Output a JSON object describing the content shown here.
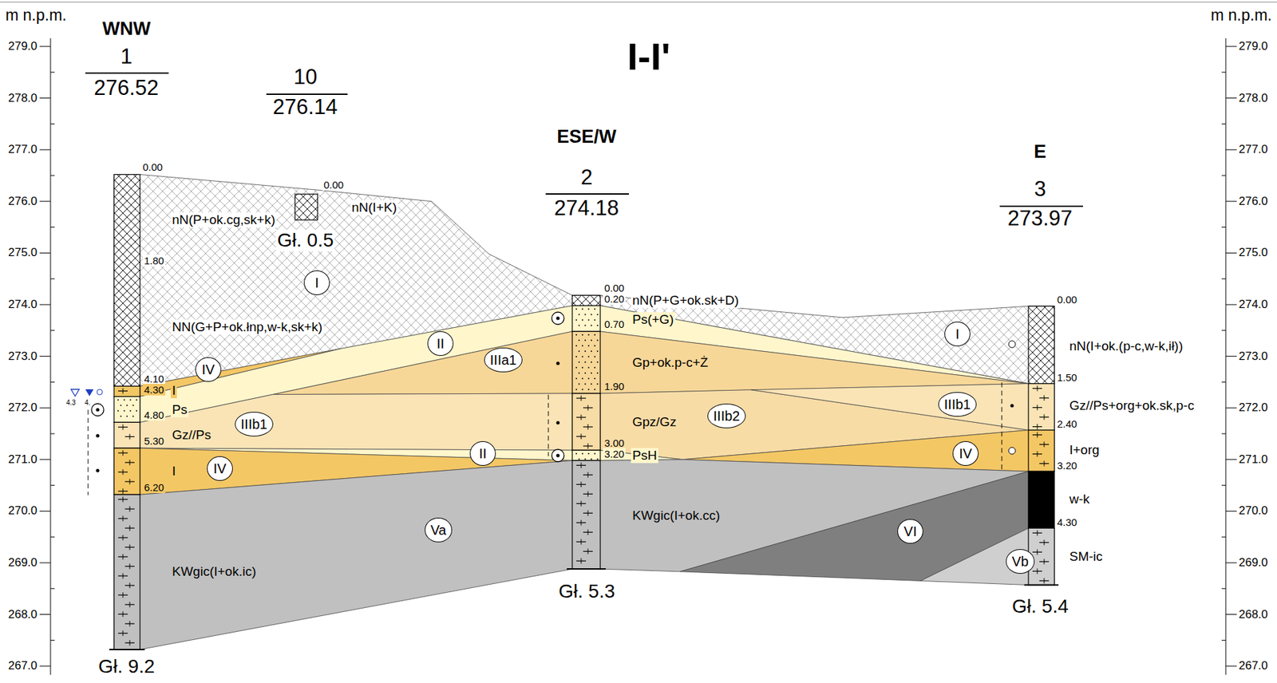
{
  "diagram": {
    "title": "I-I'",
    "nodes": [
      {
        "text": [
          "I"
        ]
      },
      {
        "text": [
          "I"
        ]
      },
      {
        "text": [
          "II"
        ]
      },
      {
        "text": [
          "IIIa1"
        ]
      },
      {
        "text": [
          "IV"
        ]
      },
      {
        "text": [
          "IIIb1"
        ]
      },
      {
        "text": [
          "IIIb2"
        ]
      },
      {
        "text": [
          "IIIb1"
        ]
      },
      {
        "text": [
          "II"
        ]
      },
      {
        "text": [
          "IV"
        ]
      },
      {
        "text": [
          "IV"
        ]
      },
      {
        "text": [
          "Va"
        ]
      },
      {
        "text": [
          "VI"
        ]
      },
      {
        "text": [
          "Vb"
        ]
      }
    ],
    "labels": [
      "m n.p.m.",
      "m n.p.m.",
      "WNW",
      "1",
      "276.52",
      "10",
      "276.14",
      "ESE/W",
      "2",
      "274.18",
      "E",
      "3",
      "273.97",
      "279.0",
      "278.0",
      "277.0",
      "276.0",
      "275.0",
      "274.0",
      "273.0",
      "272.0",
      "271.0",
      "270.0",
      "269.0",
      "268.0",
      "267.0",
      "279.0",
      "278.0",
      "277.0",
      "276.0",
      "275.0",
      "274.0",
      "273.0",
      "272.0",
      "271.0",
      "270.0",
      "269.0",
      "268.0",
      "267.0",
      "0.00",
      "1.80",
      "4.10",
      "4.30",
      "4.80",
      "5.30",
      "6.20",
      "nN(P+ok.cg,sk+k)",
      "NN(G+P+ok.łnp,w-k,sk+k)",
      "I",
      "Ps",
      "Gz//Ps",
      "I",
      "KWgic(I+ok.ic)",
      "Gł. 9.2",
      "4.3",
      "4.",
      "0.00",
      "nN(I+K)",
      "Gł. 0.5",
      "0.00",
      "0.20",
      "0.70",
      "1.90",
      "3.00",
      "3.20",
      "nN(P+G+ok.sk+D)",
      "Ps(+G)",
      "Gp+ok.p-c+Ż",
      "Gpz/Gz",
      "PsH",
      "KWgic(I+ok.cc)",
      "Gł. 5.3",
      "0.00",
      "1.50",
      "2.40",
      "3.20",
      "4.30",
      "nN(I+ok.(p-c,w-k,ił))",
      "Gz//Ps+org+ok.sk,p-c",
      "I+org",
      "w-k",
      "SM-ic",
      "Gł. 5.4"
    ]
  }
}
